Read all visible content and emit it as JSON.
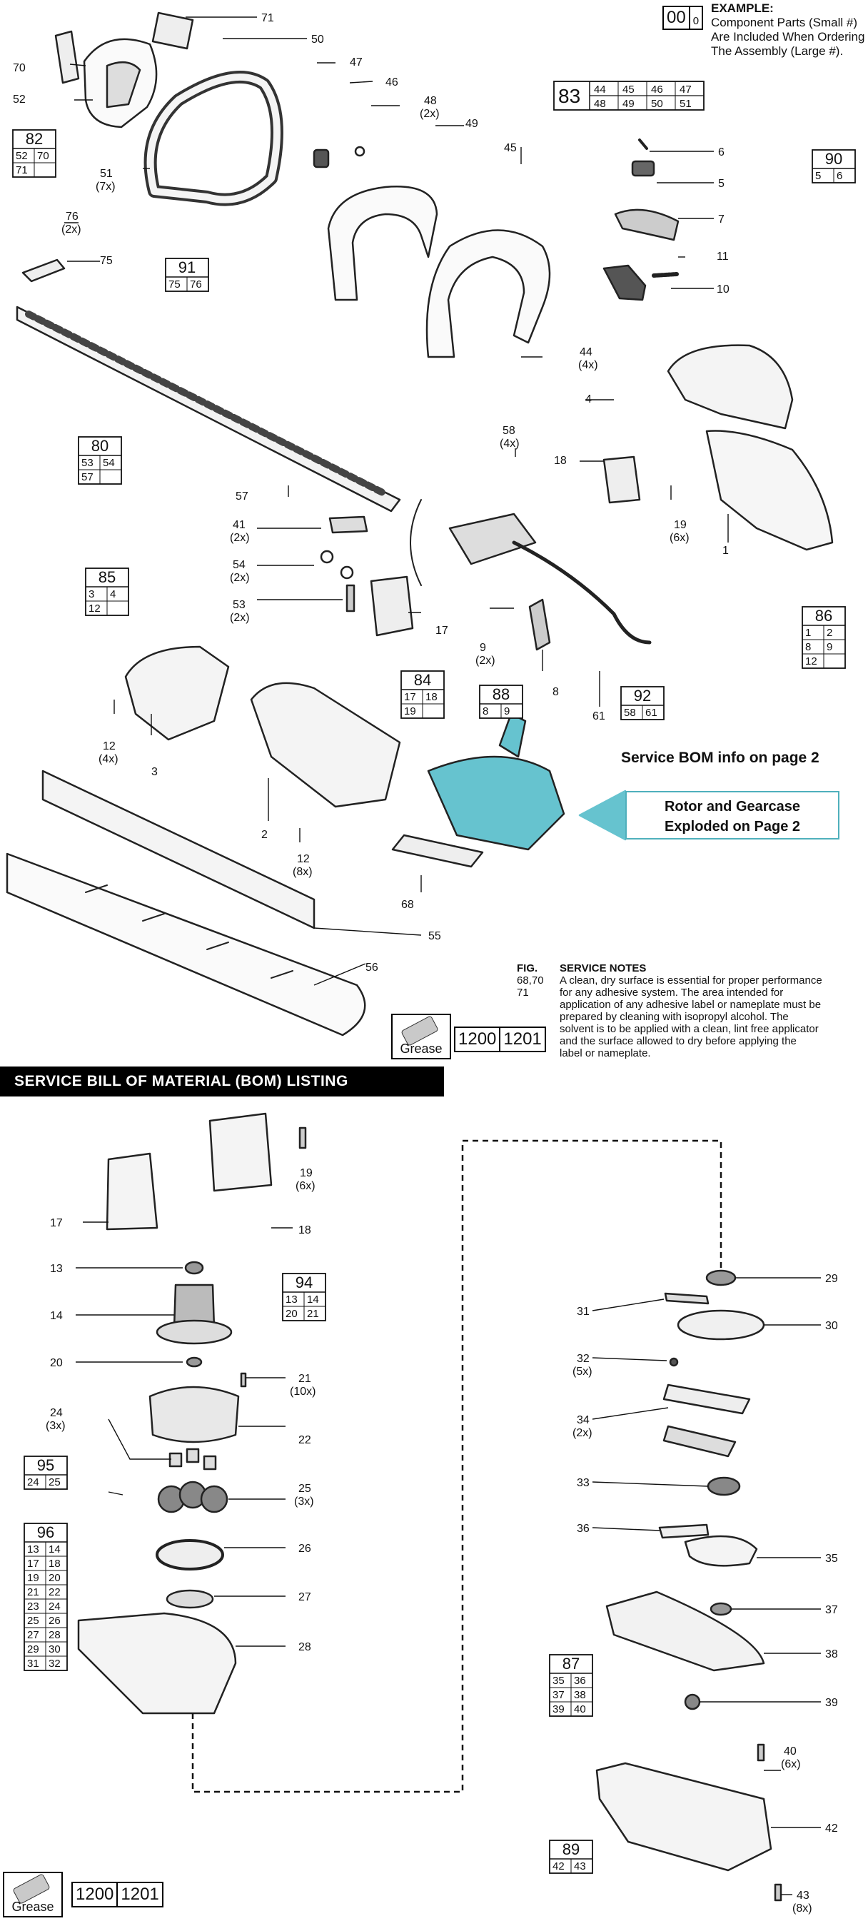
{
  "example": {
    "big": "00",
    "small": "0",
    "title": "EXAMPLE:",
    "line1": "Component Parts (Small #)",
    "line2": "Are Included When Ordering",
    "line3": "The Assembly (Large #)."
  },
  "service_bom_info": "Service BOM info on page 2",
  "callout": {
    "line1": "Rotor and Gearcase",
    "line2": "Exploded on Page 2",
    "color": "#4fb0bc"
  },
  "service_notes": {
    "fig_label": "FIG.",
    "fig_refs1": "68,70",
    "fig_refs2": "71",
    "title": "SERVICE NOTES",
    "lines": [
      "A clean, dry surface is essential for proper performance",
      "for any adhesive system. The area intended for",
      "application of any adhesive label or nameplate must be",
      "prepared by cleaning with isopropyl alcohol. The",
      "solvent is to be applied with a clean, lint free applicator",
      "and the surface allowed to dry before applying the",
      "label or nameplate."
    ]
  },
  "bom_heading": "SERVICE BILL OF MATERIAL (BOM) LISTING",
  "grease": {
    "label": "Grease",
    "codes": [
      "1200",
      "1201"
    ]
  },
  "part_labels": [
    {
      "id": "71",
      "t": "71"
    },
    {
      "id": "50",
      "t": "50"
    },
    {
      "id": "70",
      "t": "70"
    },
    {
      "id": "47",
      "t": "47"
    },
    {
      "id": "46",
      "t": "46"
    },
    {
      "id": "48",
      "t": "48"
    },
    {
      "id": "48q",
      "t": "(2x)"
    },
    {
      "id": "52",
      "t": "52"
    },
    {
      "id": "49",
      "t": "49"
    },
    {
      "id": "45",
      "t": "45"
    },
    {
      "id": "6",
      "t": "6"
    },
    {
      "id": "5",
      "t": "5"
    },
    {
      "id": "51",
      "t": "51"
    },
    {
      "id": "51q",
      "t": "(7x)"
    },
    {
      "id": "76",
      "t": "76"
    },
    {
      "id": "76q",
      "t": "(2x)"
    },
    {
      "id": "7",
      "t": "7"
    },
    {
      "id": "75",
      "t": "75"
    },
    {
      "id": "11",
      "t": "11"
    },
    {
      "id": "10",
      "t": "10"
    },
    {
      "id": "44",
      "t": "44"
    },
    {
      "id": "44q",
      "t": "(4x)"
    },
    {
      "id": "4",
      "t": "4"
    },
    {
      "id": "58",
      "t": "58"
    },
    {
      "id": "58q",
      "t": "(4x)"
    },
    {
      "id": "18a",
      "t": "18"
    },
    {
      "id": "57",
      "t": "57"
    },
    {
      "id": "19a",
      "t": "19"
    },
    {
      "id": "19aq",
      "t": "(6x)"
    },
    {
      "id": "41",
      "t": "41"
    },
    {
      "id": "41q",
      "t": "(2x)"
    },
    {
      "id": "1",
      "t": "1"
    },
    {
      "id": "54",
      "t": "54"
    },
    {
      "id": "54q",
      "t": "(2x)"
    },
    {
      "id": "53",
      "t": "53"
    },
    {
      "id": "53q",
      "t": "(2x)"
    },
    {
      "id": "17a",
      "t": "17"
    },
    {
      "id": "9",
      "t": "9"
    },
    {
      "id": "9q",
      "t": "(2x)"
    },
    {
      "id": "8",
      "t": "8"
    },
    {
      "id": "61",
      "t": "61"
    },
    {
      "id": "12a",
      "t": "12"
    },
    {
      "id": "12aq",
      "t": "(4x)"
    },
    {
      "id": "3",
      "t": "3"
    },
    {
      "id": "2",
      "t": "2"
    },
    {
      "id": "12b",
      "t": "12"
    },
    {
      "id": "12bq",
      "t": "(8x)"
    },
    {
      "id": "68",
      "t": "68"
    },
    {
      "id": "55",
      "t": "55"
    },
    {
      "id": "56",
      "t": "56"
    },
    {
      "id": "19b",
      "t": "19"
    },
    {
      "id": "19bq",
      "t": "(6x)"
    },
    {
      "id": "17b",
      "t": "17"
    },
    {
      "id": "18b",
      "t": "18"
    },
    {
      "id": "13",
      "t": "13"
    },
    {
      "id": "29",
      "t": "29"
    },
    {
      "id": "31",
      "t": "31"
    },
    {
      "id": "30",
      "t": "30"
    },
    {
      "id": "14",
      "t": "14"
    },
    {
      "id": "20",
      "t": "20"
    },
    {
      "id": "32",
      "t": "32"
    },
    {
      "id": "32q",
      "t": "(5x)"
    },
    {
      "id": "21",
      "t": "21"
    },
    {
      "id": "21q",
      "t": "(10x)"
    },
    {
      "id": "24",
      "t": "24"
    },
    {
      "id": "24q",
      "t": "(3x)"
    },
    {
      "id": "22",
      "t": "22"
    },
    {
      "id": "34",
      "t": "34"
    },
    {
      "id": "34q",
      "t": "(2x)"
    },
    {
      "id": "25",
      "t": "25"
    },
    {
      "id": "25q",
      "t": "(3x)"
    },
    {
      "id": "33",
      "t": "33"
    },
    {
      "id": "26",
      "t": "26"
    },
    {
      "id": "36",
      "t": "36"
    },
    {
      "id": "35",
      "t": "35"
    },
    {
      "id": "27",
      "t": "27"
    },
    {
      "id": "37",
      "t": "37"
    },
    {
      "id": "28",
      "t": "28"
    },
    {
      "id": "38",
      "t": "38"
    },
    {
      "id": "39",
      "t": "39"
    },
    {
      "id": "40",
      "t": "40"
    },
    {
      "id": "40q",
      "t": "(6x)"
    },
    {
      "id": "42",
      "t": "42"
    },
    {
      "id": "43",
      "t": "43"
    },
    {
      "id": "43q",
      "t": "(8x)"
    }
  ],
  "assemblies": [
    {
      "id": "82",
      "num": "82",
      "parts": [
        "52",
        "70",
        "71"
      ]
    },
    {
      "id": "83",
      "num": "83",
      "parts": [
        "44",
        "45",
        "46",
        "47",
        "48",
        "49",
        "50",
        "51"
      ]
    },
    {
      "id": "90",
      "num": "90",
      "parts": [
        "5",
        "6"
      ]
    },
    {
      "id": "91",
      "num": "91",
      "parts": [
        "75",
        "76"
      ]
    },
    {
      "id": "80",
      "num": "80",
      "parts": [
        "53",
        "54",
        "57"
      ]
    },
    {
      "id": "85",
      "num": "85",
      "parts": [
        "3",
        "4",
        "12"
      ]
    },
    {
      "id": "86",
      "num": "86",
      "parts": [
        "1",
        "2",
        "8",
        "9",
        "12"
      ]
    },
    {
      "id": "84",
      "num": "84",
      "parts": [
        "17",
        "18",
        "19"
      ]
    },
    {
      "id": "88",
      "num": "88",
      "parts": [
        "8",
        "9"
      ]
    },
    {
      "id": "92",
      "num": "92",
      "parts": [
        "58",
        "61"
      ]
    },
    {
      "id": "94",
      "num": "94",
      "parts": [
        "13",
        "14",
        "20",
        "21"
      ]
    },
    {
      "id": "95",
      "num": "95",
      "parts": [
        "24",
        "25"
      ]
    },
    {
      "id": "96",
      "num": "96",
      "parts": [
        "13",
        "14",
        "17",
        "18",
        "19",
        "20",
        "21",
        "22",
        "23",
        "24",
        "25",
        "26",
        "27",
        "28",
        "29",
        "30",
        "31",
        "32"
      ]
    },
    {
      "id": "87",
      "num": "87",
      "parts": [
        "35",
        "36",
        "37",
        "38",
        "39",
        "40"
      ]
    },
    {
      "id": "89",
      "num": "89",
      "parts": [
        "42",
        "43"
      ]
    }
  ]
}
